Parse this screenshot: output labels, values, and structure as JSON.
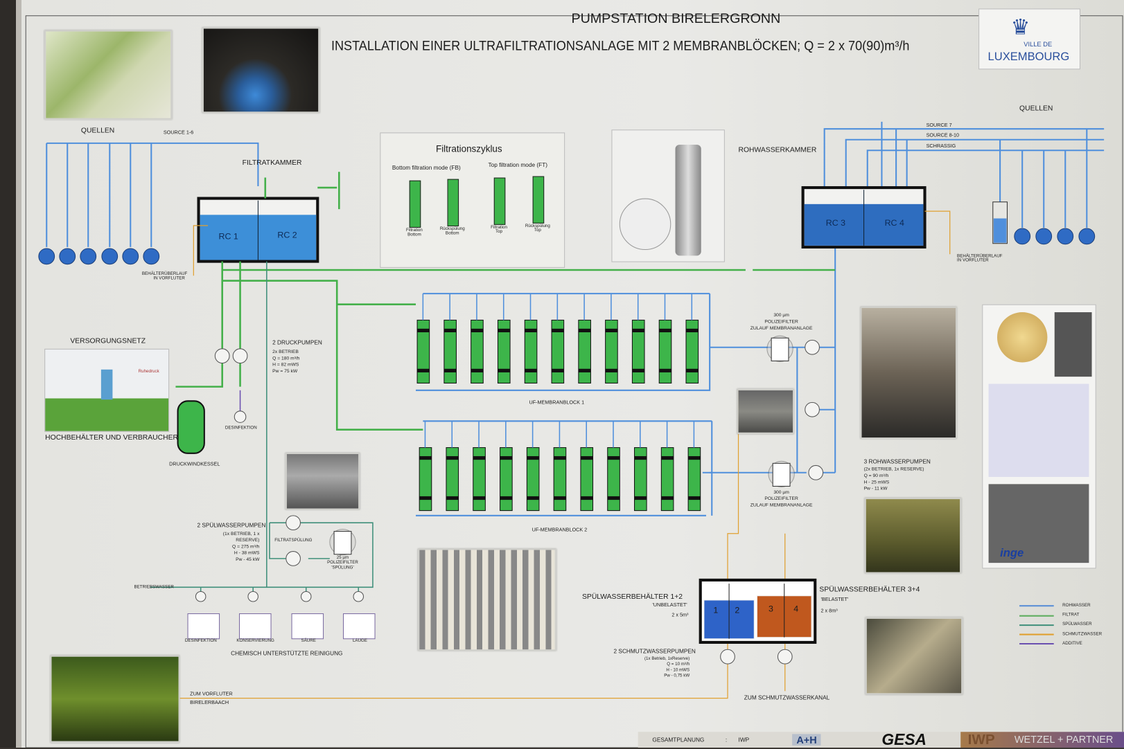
{
  "header": {
    "title": "PUMPSTATION  BIRELERGRONN",
    "subtitle": "INSTALLATION EINER ULTRAFILTRATIONSANLAGE MIT 2 MEMBRANBLÖCKEN; Q = 2 x 70(90)m³/h"
  },
  "logo": {
    "line1": "VILLE DE",
    "line2": "LUXEMBOURG"
  },
  "left_sources": {
    "label": "QUELLEN",
    "line": "SOURCE 1-6",
    "overflow": "BEHÄLTERÜBERLAUF IN VORFLUTER"
  },
  "right_sources": {
    "label": "QUELLEN",
    "lines": [
      "SOURCE 7",
      "SOURCE 8-10",
      "SCHRASSIG"
    ],
    "overflow": "BEHÄLTERÜBERLAUF IN VORFLUTER"
  },
  "filtratkammer": {
    "label": "FILTRATKAMMER",
    "tanks": [
      "RC 1",
      "RC 2"
    ]
  },
  "rohwasserkammer": {
    "label": "ROHWASSERKAMMER",
    "tanks": [
      "RC 3",
      "RC 4"
    ]
  },
  "cycle": {
    "title": "Filtrationszyklus",
    "fb": "Bottom filtration mode (FB)",
    "ft": "Top filtration mode (FT)",
    "steps": [
      "Filtration Bottom",
      "Rückspülung Bottom",
      "Filtration Top",
      "Rückspülung Top"
    ]
  },
  "versorgung": {
    "label": "VERSORGUNGSNETZ",
    "ruhedruck": "Ruhedruck",
    "caption": "HOCHBEHÄLTER UND VERBRAUCHER"
  },
  "druckpumpen": {
    "title": "2 DRUCKPUMPEN",
    "lines": [
      "2x BETRIEB",
      "Q = 180 m³/h",
      "H =  82 mWS",
      "Pw =  75 kW"
    ]
  },
  "druckwindkessel": "DRUCKWINDKESSEL",
  "desinfektion": "DESINFEKTION",
  "block1": "UF-MEMBRANBLOCK 1",
  "block2": "UF-MEMBRANBLOCK 2",
  "polizeifilter1": {
    "size": "300 µm",
    "name": "POLIZEIFILTER",
    "desc": "ZULAUF MEMBRANANLAGE"
  },
  "polizeifilter2": {
    "size": "300 µm",
    "name": "POLIZEIFILTER",
    "desc": "ZULAUF MEMBRANANLAGE"
  },
  "rohwasserpumpen": {
    "title": "3 ROHWASSERPUMPEN",
    "lines": [
      "(2x BETRIEB, 1x RESERVE)",
      "Q = 90 m³/h",
      "H -  25 mWS",
      "Pw -  11 kW"
    ]
  },
  "spuelpumpen": {
    "title": "2 SPÜLWASSERPUMPEN",
    "lines": [
      "(1x BETRIEB, 1 x RESERVE)",
      "Q = 275 m³/h",
      "H -  38 mWS",
      "Pw -  45 kW"
    ]
  },
  "filtratspuelung": "FILTRATSPÜLUNG",
  "polizeifilter3": {
    "size": "25 µm",
    "name": "POLIZEIFILTER",
    "desc": "'SPÜLUNG'"
  },
  "betriebswasser": "BETRIEBSWASSER",
  "chem": {
    "tanks": [
      "DESINFEKTION",
      "KONSERVIERUNG",
      "SÄURE",
      "LAUGE"
    ],
    "caption": "CHEMISCH UNTERSTÜTZTE REINIGUNG"
  },
  "spuelbehaelter12": {
    "title": "SPÜLWASSERBEHÄLTER 1+2",
    "sub": "'UNBELASTET'",
    "vol": "2 x 5m³",
    "n": [
      "1",
      "2"
    ]
  },
  "spuelbehaelter34": {
    "title": "SPÜLWASSERBEHÄLTER 3+4",
    "sub": "'BELASTET'",
    "vol": "2 x 8m³",
    "n": [
      "3",
      "4"
    ]
  },
  "schmutzpumpen": {
    "title": "2 SCHMUTZWASSERPUMPEN",
    "lines": [
      "(1x Betrieb, 1xReserve)",
      "Q =  10 m³/h",
      "H -  10 mWS",
      "Pw - 0,75 kW"
    ]
  },
  "kanal": "ZUM SCHMUTZWASSERKANAL",
  "vorfluter": [
    "ZUM VORFLUTER",
    "BIRELERBAACH"
  ],
  "legend": [
    {
      "label": "ROHWASSER",
      "color": "#5b8fd6"
    },
    {
      "label": "FILTRAT",
      "color": "#5fae5f"
    },
    {
      "label": "SPÜLWASSER",
      "color": "#3f8f7a"
    },
    {
      "label": "SCHMUTZWASSER",
      "color": "#e0a030"
    },
    {
      "label": "ADDITIVE",
      "color": "#6a4fb0"
    }
  ],
  "inge": "inge",
  "footer": {
    "label": "GESAMTPLANUNG",
    "sep": ":",
    "value": "IWP",
    "logos": [
      "A+H",
      "GESA",
      "IWP",
      "WETZEL + PARTNER"
    ]
  },
  "colors": {
    "raw": "#4f8fdc",
    "filtrate": "#44b04a",
    "module": "#3db54a",
    "dirty": "#c0581e",
    "clean": "#2e63c8"
  }
}
